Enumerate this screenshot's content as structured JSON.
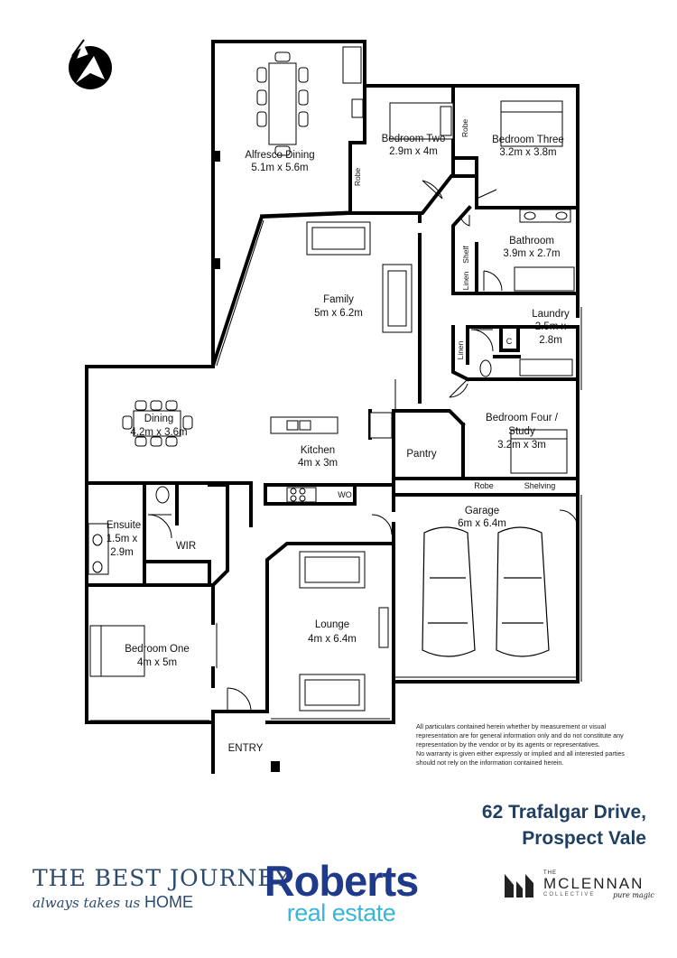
{
  "rooms": {
    "alfresco": {
      "name": "Alfresco Dining",
      "size": "5.1m x 5.6m"
    },
    "bed_two": {
      "name": "Bedroom Two",
      "size": "2.9m x 4m"
    },
    "bed_three": {
      "name": "Bedroom Three",
      "size": "3.2m x 3.8m"
    },
    "bathroom": {
      "name": "Bathroom",
      "size": "3.9m x 2.7m"
    },
    "family": {
      "name": "Family",
      "size": "5m x 6.2m"
    },
    "laundry": {
      "name": "Laundry",
      "size_line1": "2.5m x",
      "size_line2": "2.8m"
    },
    "dining": {
      "name": "Dining",
      "size": "4.2m x 3.6m"
    },
    "kitchen": {
      "name": "Kitchen",
      "size": "4m x 3m"
    },
    "bed_four": {
      "name_line1": "Bedroom Four /",
      "name_line2": "Study",
      "size": "3.2m x 3m"
    },
    "pantry": {
      "name": "Pantry"
    },
    "ensuite": {
      "name": "Ensuite",
      "size_line1": "1.5m x",
      "size_line2": "2.9m"
    },
    "wir": {
      "name": "WIR"
    },
    "garage": {
      "name": "Garage",
      "size": "6m x 6.4m"
    },
    "lounge": {
      "name": "Lounge",
      "size": "4m x 6.4m"
    },
    "bed_one": {
      "name": "Bedroom One",
      "size": "4m x 5m"
    },
    "entry": {
      "name": "ENTRY"
    }
  },
  "small_labels": {
    "robe_bed2": "Robe",
    "robe_bed2_3": "Robe",
    "robe_bed4": "Robe",
    "shelving": "Shelving",
    "shelf": "Shelf",
    "linen_bath": "Linen",
    "linen_laundry": "Linen",
    "cupboard": "C",
    "wo": "WO"
  },
  "disclaimer": [
    "All particulars contained herein whether by measurement or visual",
    "representation are for general information only and do not constitute any",
    "representation by the vendor or by its agents or representatives.",
    "No warranty is given either expressly or implied and all interested parties",
    "should not rely on the information contained herein."
  ],
  "address": {
    "line1": "62 Trafalgar Drive,",
    "line2": "Prospect Vale"
  },
  "brands": {
    "journey_title": "THE BEST JOURNEY",
    "journey_tagline": "always takes us",
    "journey_home": "HOME",
    "roberts_name": "Roberts",
    "roberts_sub": "real estate",
    "mclennan_the": "THE",
    "mclennan_name": "MCLENNAN",
    "mclennan_collective": "COLLECTIVE",
    "mclennan_script": "pure magic"
  },
  "icons": {
    "compass": "north-arrow-icon"
  },
  "colors": {
    "wall": "#000000",
    "address": "#1f3f63",
    "roberts_blue": "#1f3a8a",
    "roberts_cyan": "#38b6d8",
    "journey": "#2b4a6e"
  }
}
